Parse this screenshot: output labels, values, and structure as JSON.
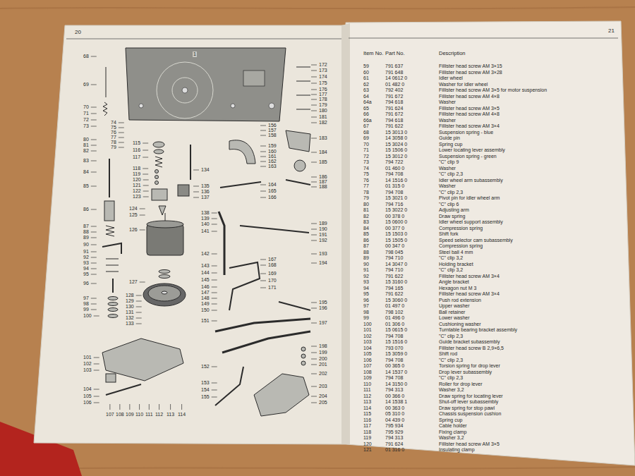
{
  "diagram": {
    "labels": [
      "20",
      "1",
      "68",
      "69",
      "70",
      "71",
      "72",
      "73",
      "74",
      "75",
      "76",
      "77",
      "78",
      "79",
      "80",
      "81",
      "82",
      "83",
      "84",
      "85",
      "86",
      "87",
      "88",
      "89",
      "90",
      "91",
      "92",
      "93",
      "94",
      "95",
      "96",
      "97",
      "98",
      "99",
      "100",
      "101",
      "102",
      "103",
      "104",
      "105",
      "106",
      "107",
      "108",
      "109",
      "110",
      "111",
      "112",
      "113",
      "114",
      "115",
      "116",
      "117",
      "118",
      "119",
      "120",
      "121",
      "122",
      "123",
      "124",
      "125",
      "126",
      "127",
      "128",
      "129",
      "130",
      "131",
      "132",
      "133",
      "134",
      "135",
      "136",
      "137",
      "138",
      "139",
      "140",
      "141",
      "142",
      "143",
      "144",
      "145",
      "146",
      "147",
      "148",
      "149",
      "150",
      "151",
      "152",
      "153",
      "154",
      "155",
      "156",
      "157",
      "158",
      "159",
      "160",
      "161",
      "162",
      "163",
      "164",
      "165",
      "166",
      "167",
      "168",
      "169",
      "170",
      "171",
      "172",
      "173",
      "174",
      "175",
      "176",
      "177",
      "178",
      "179",
      "180",
      "181",
      "182",
      "183",
      "184",
      "185",
      "186",
      "187",
      "188",
      "189",
      "190",
      "191",
      "192",
      "193",
      "194",
      "195",
      "196",
      "197",
      "198",
      "199",
      "200",
      "201",
      "202",
      "203",
      "204",
      "205",
      "21",
      "Item No.",
      "Part No.",
      "Description",
      "59",
      "791 637",
      "Fillister head screw AM 3×15",
      "60",
      "791 648",
      "Fillister head screw AM 3×28",
      "61",
      "14 0612 0",
      "Idler wheel",
      "62",
      "01 482 0",
      "Washer for idler wheel",
      "63",
      "792 402",
      "Fillister head screw AM 3×5 for motor suspension",
      "64",
      "791 672",
      "Fillister head screw AM 4×8",
      "64a",
      "794 618",
      "Washer",
      "65",
      "791 624",
      "Fillister head screw AM 3×5",
      "66",
      "791 672",
      "Fillister head screw AM 4×8",
      "66a",
      "794 618",
      "Washer",
      "67",
      "791 622",
      "Fillister head screw AM 3×4",
      "68",
      "15 3013 0",
      "Suspension spring - blue",
      "69",
      "14 3058 0",
      "Guide pin",
      "70",
      "15 3024 0",
      "Spring cup",
      "71",
      "15 1506 0",
      "Lower locating lever assembly",
      "72",
      "15 3012 0",
      "Suspension spring - green",
      "73",
      "794 722",
      "\"C\" clip 9",
      "74",
      "01 460 0",
      "Washer",
      "75",
      "794 708",
      "\"C\" clip 2,3",
      "76",
      "14 1516 0",
      "Idler wheel arm subassembly",
      "77",
      "01 315 0",
      "Washer",
      "78",
      "794 708",
      "\"C\" clip 2,3",
      "79",
      "15 3021 0",
      "Pivot pin for idler wheel arm",
      "80",
      "794 716",
      "\"C\" clip 6",
      "81",
      "15 3022 0",
      "Adjusting arm",
      "82",
      "00 378 0",
      "Draw spring",
      "83",
      "15 0600 0",
      "Idler wheel support assembly",
      "84",
      "00 377 0",
      "Compression spring",
      "85",
      "15 1503 0",
      "Shift fork",
      "86",
      "15 1505 0",
      "Speed selector cam subassembly",
      "87",
      "00 347 0",
      "Compression spring",
      "88",
      "798 045",
      "Steel ball 4 mm",
      "89",
      "794 710",
      "\"C\" clip 3,2",
      "90",
      "14 3047 0",
      "Holding bracket",
      "91",
      "794 710",
      "\"C\" clip 3,2",
      "92",
      "791 622",
      "Fillister head screw AM 3×4",
      "93",
      "15 3160 0",
      "Angle bracket",
      "94",
      "794 165",
      "Hexagon nut M 3",
      "95",
      "791 622",
      "Fillister head screw AM 3×4",
      "96",
      "15 3060 0",
      "Push rod extension",
      "97",
      "01 497 0",
      "Upper washer",
      "98",
      "798 102",
      "Ball retainer",
      "99",
      "01 496 0",
      "Lower washer",
      "100",
      "01 306 0",
      "Cushioning washer",
      "101",
      "15 0615 0",
      "Turntable bearing bracket assembly",
      "102",
      "794 708",
      "\"C\" clip 2,3",
      "103",
      "15 1516 0",
      "Guide bracket subassembly",
      "104",
      "793 070",
      "Fillister head screw B 2,9×6,5",
      "105",
      "15 3059 0",
      "Shift rod",
      "106",
      "794 708",
      "\"C\" clip 2,3",
      "107",
      "00 365 0",
      "Torsion spring for drop lever",
      "108",
      "14 1537 0",
      "Drop lever subassembly",
      "109",
      "794 708",
      "\"C\" clip 2,3",
      "110",
      "14 3150 0",
      "Roller for drop lever",
      "111",
      "794 313",
      "Washer 3,2",
      "112",
      "00 366 0",
      "Draw spring for locating lever",
      "113",
      "14 1538 1",
      "Shut-off lever subassembly",
      "114",
      "00 363 0",
      "Draw spring for stop pawl",
      "115",
      "05 310 0",
      "Chassis suspension cushion",
      "116",
      "04 439 0",
      "Spring cup",
      "117",
      "795 934",
      "Cable holder",
      "118",
      "795 929",
      "Fixing clamp",
      "119",
      "794 313",
      "Washer 3,2",
      "120",
      "791 624",
      "Fillister head screw AM 3×5",
      "121",
      "01 316 0",
      "Insulating clamp"
    ]
  }
}
